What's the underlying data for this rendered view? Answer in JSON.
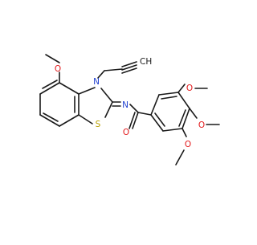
{
  "molecule": {
    "atom_labels": {
      "o_methoxy_left": "O",
      "n_ring": "N",
      "s_ring": "S",
      "ch_terminal": "CH",
      "n_imine": "N",
      "o_carbonyl": "O",
      "o_methoxy_top": "O",
      "o_methoxy_mid": "O",
      "o_methoxy_bottom": "O"
    },
    "colors": {
      "bond": "#1a1a1a",
      "oxygen": "#e31a1c",
      "nitrogen": "#1f3fcf",
      "sulfur": "#b8a000",
      "carbon": "#1a1a1a"
    }
  }
}
